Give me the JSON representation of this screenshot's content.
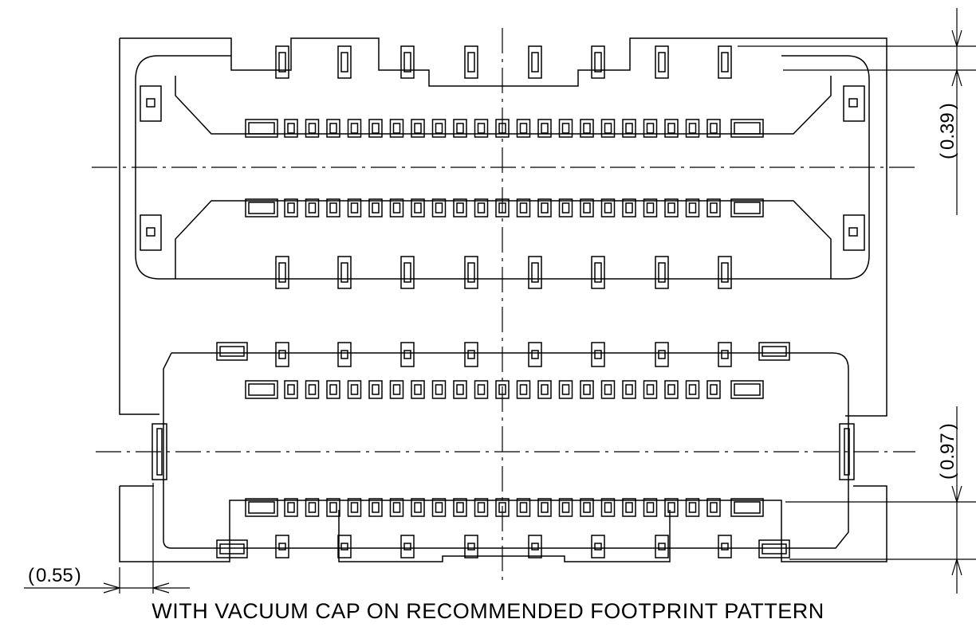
{
  "drawing": {
    "caption": "WITH VACUUM CAP ON RECOMMENDED FOOTPRINT PATTERN",
    "dimensions": {
      "left_offset": "0.55",
      "top_right": "0.39",
      "bottom_right": "0.97"
    },
    "colors": {
      "line": "#000000",
      "background": "#ffffff"
    }
  }
}
